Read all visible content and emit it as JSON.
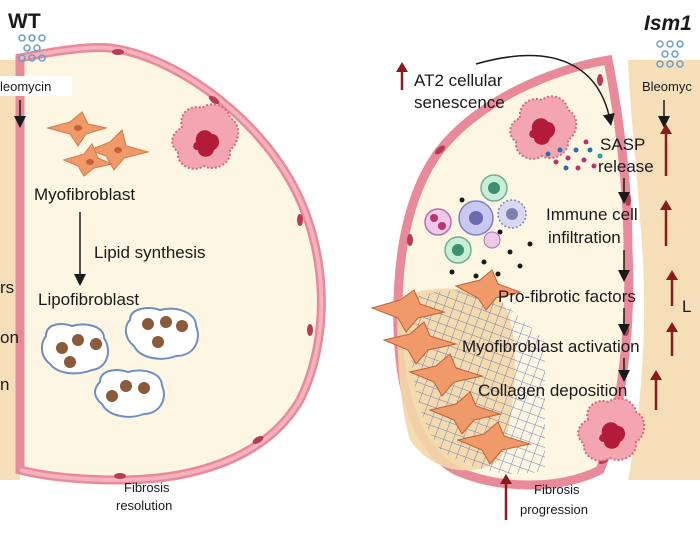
{
  "colors": {
    "page_background": "#ffffff",
    "alveolus_fill": "#fdf6e3",
    "interstitium_fill": "#f6dfb8",
    "cell_wall": "#e88a9a",
    "cell_nucleus": "#b83b55",
    "fibroblast": "#f09a6a",
    "collagen_mesh": "#6b7fb8",
    "lipid_droplet": "#8a5a3a",
    "lipofibroblast_outline": "#6f8fc0",
    "up_arrow": "#8b1a1a",
    "flow_arrow": "#1a1a1a"
  },
  "left_panel": {
    "title": "WT",
    "stimulus": "leomycin",
    "labels": {
      "myofibroblast": "Myofibroblast",
      "lipid_synthesis": "Lipid synthesis",
      "lipofibroblast": "Lipofibroblast",
      "outcome_line1": "Fibrosis",
      "outcome_line2": "resolution"
    },
    "cut_fragments": [
      "rs",
      "on",
      "n"
    ]
  },
  "right_panel": {
    "title": "Ism1",
    "stimulus": "Bleomyc",
    "senescence_line1": "AT2 cellular",
    "senescence_line2": "senescence",
    "cascade": [
      {
        "line1": "SASP",
        "line2": "release"
      },
      {
        "line1": "Immune cell",
        "line2": "infiltration"
      },
      {
        "line1": "Pro-fibrotic factors",
        "line2": ""
      },
      {
        "line1": "Myofibroblast activation",
        "line2": ""
      },
      {
        "line1": "Collagen deposition",
        "line2": ""
      }
    ],
    "outcome_line1": "Fibrosis",
    "outcome_line2": "progression",
    "cut_fragments": [
      "L"
    ]
  },
  "icons": [
    "bleomycin-particles-icon",
    "up-arrow-icon",
    "down-arrow-icon",
    "at2-cell-icon",
    "immune-cell-icon",
    "fibroblast-icon",
    "lipofibroblast-icon",
    "collagen-mesh-icon"
  ]
}
